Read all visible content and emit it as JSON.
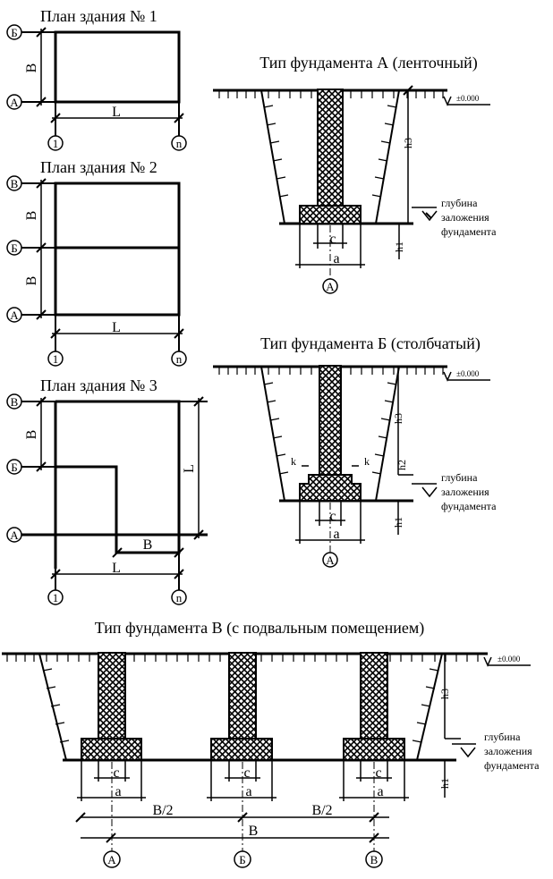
{
  "plan1": {
    "title": "План здания № 1",
    "axis_top": "Б",
    "axis_bottom": "А",
    "dim_b": "В",
    "dim_l": "L",
    "col_left": "1",
    "col_right": "n"
  },
  "plan2": {
    "title": "План здания № 2",
    "axis_top": "В",
    "axis_mid": "Б",
    "axis_bottom": "А",
    "dim_b1": "В",
    "dim_b2": "В",
    "dim_l": "L",
    "col_left": "1",
    "col_right": "n"
  },
  "plan3": {
    "title": "План здания № 3",
    "axis_top": "В",
    "axis_mid": "Б",
    "axis_bottom": "А",
    "dim_b": "В",
    "dim_l_vert": "L",
    "dim_b_inner": "В",
    "dim_l": "L",
    "col_left": "1",
    "col_right": "n"
  },
  "foundA": {
    "title": "Тип фундамента А (ленточный)",
    "level": "±0.000",
    "h3": "h3",
    "h1": "h1",
    "c": "c",
    "a": "a",
    "axis": "А",
    "depth_label_1": "глубина",
    "depth_label_2": "заложения",
    "depth_label_3": "фундамента"
  },
  "foundB": {
    "title": "Тип фундамента Б (столбчатый)",
    "level": "±0.000",
    "h3": "h3",
    "h2": "h2",
    "h1": "h1",
    "k_left": "k",
    "k_right": "k",
    "c": "c",
    "a": "a",
    "axis": "А",
    "depth_label_1": "глубина",
    "depth_label_2": "заложения",
    "depth_label_3": "фундамента"
  },
  "foundV": {
    "title": "Тип фундамента В (с подвальным помещением)",
    "level": "±0.000",
    "h3": "h3",
    "h1": "h1",
    "c1": "c",
    "c2": "c",
    "c3": "c",
    "a1": "a",
    "a2": "a",
    "a3": "a",
    "half1": "B/2",
    "half2": "B/2",
    "full": "B",
    "axis1": "А",
    "axis2": "Б",
    "axis3": "В",
    "depth_label_1": "глубина",
    "depth_label_2": "заложения",
    "depth_label_3": "фундамента"
  }
}
